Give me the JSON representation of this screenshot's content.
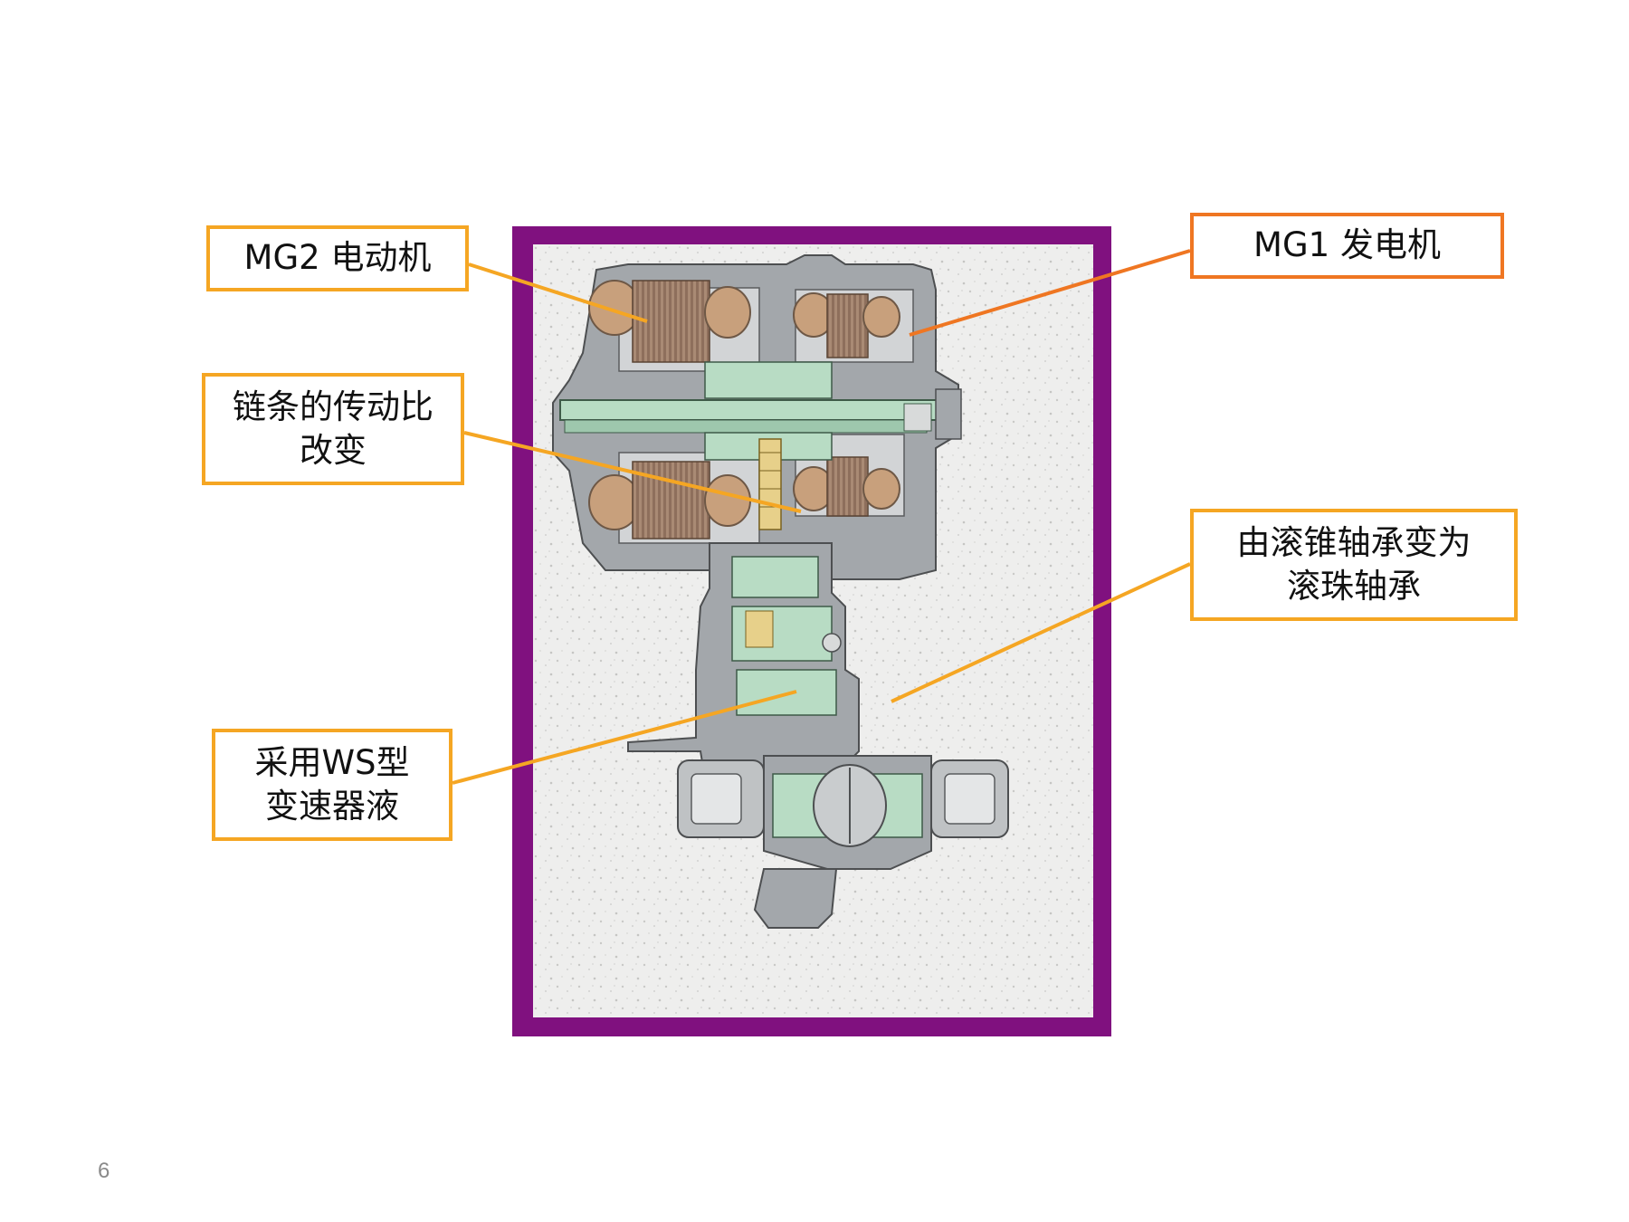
{
  "callouts": {
    "mg2": {
      "text": "MG2 电动机"
    },
    "mg1": {
      "text": "MG1 发电机"
    },
    "chain": {
      "line1": "链条的传动比",
      "line2": "改变"
    },
    "bearing": {
      "line1": "由滚锥轴承变为",
      "line2": "滚珠轴承"
    },
    "fluid": {
      "line1": "采用WS型",
      "line2": "变速器液"
    }
  },
  "page_number": "6",
  "colors": {
    "frame": "#80117f",
    "callout_border_dark": "#ef7622",
    "callout_border_light": "#f5a623",
    "casing": "#a3a7ab",
    "gears": "#b8dcc4",
    "windings": "#c8a07c"
  }
}
